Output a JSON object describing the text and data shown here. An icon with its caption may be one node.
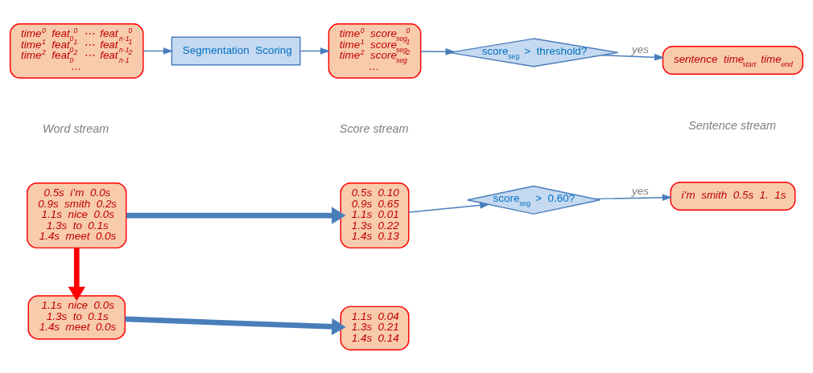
{
  "diagram": {
    "nodes": [
      {
        "text": [
          "time$^{0}$ feat$_{0}$$^{0}$ ⋯ feat$_{n-1}$$^{0}$",
          "time$^{1}$ feat$_{0}$$^{1}$ ⋯ feat$_{n-1}$$^{1}$",
          "time$^{2}$ feat$_{0}$$^{2}$ ⋯ feat$_{n-1}$$^{2}$",
          "…"
        ]
      },
      {
        "text": [
          "Segmentation Scoring"
        ]
      },
      {
        "text": [
          "time$^{0}$ score$_{seg}$$^{0}$",
          "time$^{1}$ score$_{seg}$$^{1}$",
          "time$^{2}$ score$_{seg}$$^{2}$",
          "…"
        ]
      },
      {
        "text": [
          "score$_{seg}$ > threshold?"
        ]
      },
      {
        "text": [
          "sentence time$_{start}$ time$_{end}$"
        ]
      },
      {
        "text": [
          "0.5s i’m 0.0s",
          "0.9s smith 0.2s",
          "1.1s nice 0.0s",
          "1.3s to 0.1s",
          "1.4s meet 0.0s"
        ]
      },
      {
        "text": [
          "0.5s 0.10",
          "0.9s 0.65",
          "1.1s 0.01",
          "1.3s 0.22",
          "1.4s 0.13"
        ]
      },
      {
        "text": [
          "score$_{seg}$ > 0.60?"
        ]
      },
      {
        "text": [
          "i’m smith 0.5s 1. 1s"
        ]
      },
      {
        "text": [
          "1.1s nice 0.0s",
          "1.3s to 0.1s",
          "1.4s meet 0.0s"
        ]
      },
      {
        "text": [
          "1.1s 0.04",
          "1.3s 0.21",
          "1.4s 0.14"
        ]
      }
    ],
    "edges": [
      {
        "from": 0,
        "to": 1,
        "arrow": "to"
      },
      {
        "from": 1,
        "to": 2,
        "arrow": "to"
      },
      {
        "from": 2,
        "to": 3,
        "arrow": "to"
      },
      {
        "from": 3,
        "to": 4,
        "arrow": "to",
        "label": "yes"
      },
      {
        "from": 5,
        "to": 6,
        "arrow": "to",
        "style": "thick"
      },
      {
        "from": 6,
        "to": 7,
        "arrow": "to"
      },
      {
        "from": 7,
        "to": 8,
        "arrow": "to",
        "label": "yes"
      },
      {
        "from": 5,
        "to": 9,
        "arrow": "to",
        "style": "thick",
        "color": "#ff0000"
      },
      {
        "from": 9,
        "to": 10,
        "arrow": "to",
        "style": "thick"
      }
    ],
    "labels": [
      "Word stream",
      "Score stream",
      "Sentence stream"
    ]
  }
}
